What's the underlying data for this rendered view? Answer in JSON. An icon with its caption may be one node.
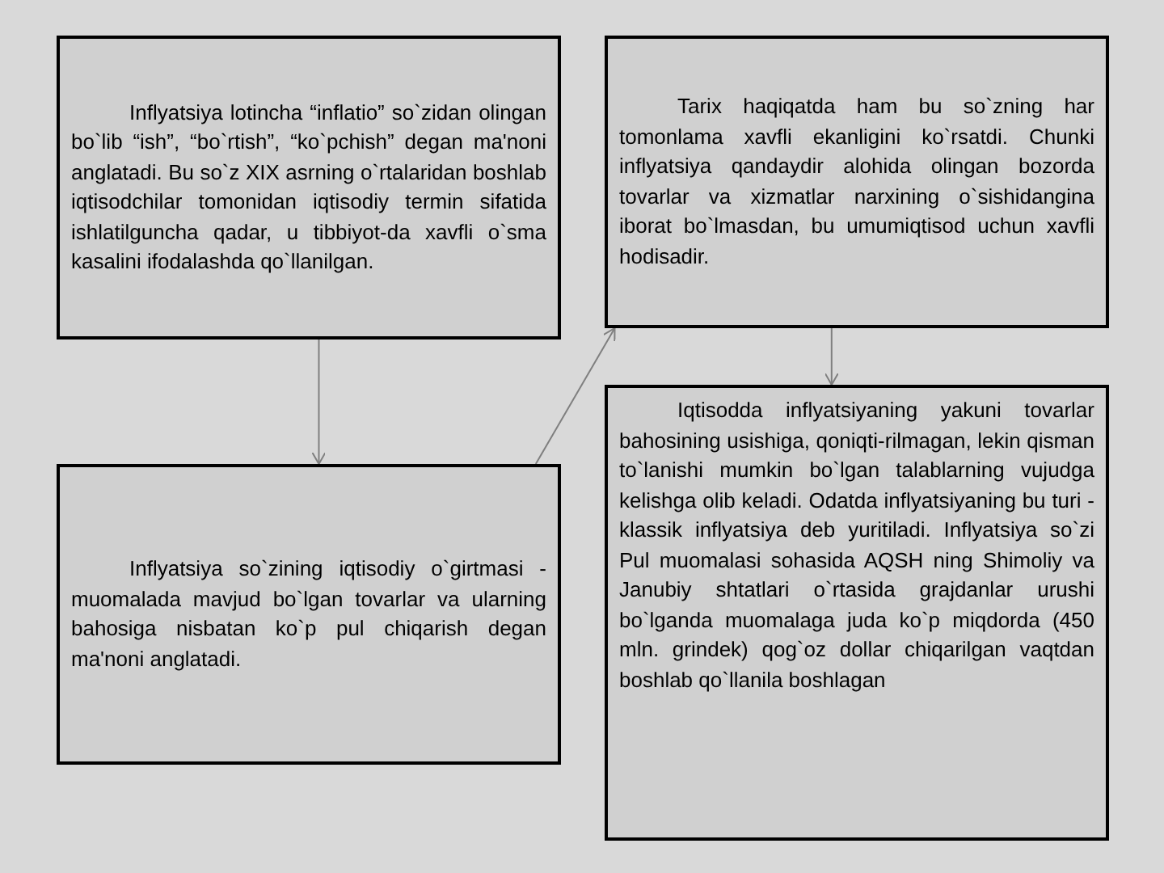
{
  "diagram": {
    "nodes": [
      {
        "text": [
          "Inflyatsiya lotincha “inflatio” so`zidan olingan bo`lib “ish”, “bo`rtish”, “ko`pchish” degan ma'noni anglatadi. Bu so`z XIX asrning o`rtalaridan boshlab iqtisodchilar tomonidan iqtisodiy termin sifatida ishlatilguncha qadar, u tibbiyot-da xavfli o`sma kasalini ifodalashda qo`llanilgan."
        ]
      },
      {
        "text": [
          "Tarix haqiqatda ham bu so`zning har tomonlama xavfli ekanligini ko`rsatdi. Chunki inflyatsiya qandaydir alohida olingan bozorda tovarlar va xizmatlar narxining o`sishidangina iborat bo`lmasdan, bu umumiqtisod uchun xavfli hodisadir."
        ]
      },
      {
        "text": [
          "Inflyatsiya so`zining iqtisodiy o`girtmasi - muomalada mavjud bo`lgan tovarlar va ularning bahosiga nisbatan ko`p pul chiqarish degan ma'noni anglatadi."
        ]
      },
      {
        "text": [
          "Iqtisodda inflyatsiyaning yakuni tovarlar bahosining usishiga, qoniqti-rilmagan, lekin qisman to`lanishi mumkin bo`lgan talablarning vujudga kelishga olib keladi. Odatda inflyatsiyaning bu turi - klassik inflyatsiya deb yuritiladi. Inflyatsiya so`zi Pul muomalasi sohasida AQSH ning Shimoliy va Janubiy shtatlari o`rtasida grajdanlar urushi bo`lganda muomalaga juda ko`p miqdorda (450 mln. grindek) qog`oz dollar chiqarilgan vaqtdan boshlab qo`llanila boshlagan"
        ]
      }
    ],
    "edges": [
      {
        "from": 0,
        "to": 2,
        "arrow": "to"
      },
      {
        "from": 2,
        "to": 1,
        "arrow": "to"
      },
      {
        "from": 1,
        "to": 3,
        "arrow": "to"
      }
    ]
  }
}
